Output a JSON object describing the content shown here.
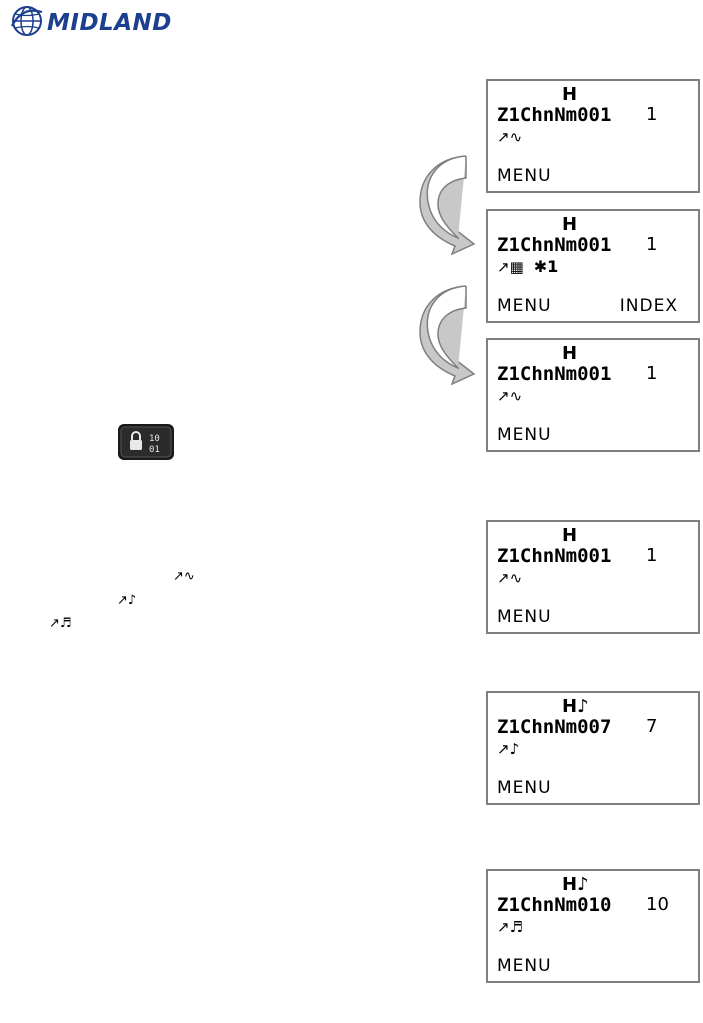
{
  "brand": {
    "name": "MIDLAND",
    "color": "#1d3f8f"
  },
  "icons": {
    "logo": "globe-icon",
    "lock_key": "lock-key-icon",
    "arrow": "curved-arrow-icon"
  },
  "screens": [
    {
      "top": "H",
      "channel": "Z1ChnNm001",
      "number": "1",
      "indicator": "↗∿",
      "extra": "",
      "softkey_left": "MENU",
      "softkey_right": ""
    },
    {
      "top": "H",
      "channel": "Z1ChnNm001",
      "number": "1",
      "indicator": "↗▦",
      "extra": "✱1",
      "softkey_left": "MENU",
      "softkey_right": "INDEX"
    },
    {
      "top": "H",
      "channel": "Z1ChnNm001",
      "number": "1",
      "indicator": "↗∿",
      "extra": "",
      "softkey_left": "MENU",
      "softkey_right": ""
    },
    {
      "top": "H",
      "channel": "Z1ChnNm001",
      "number": "1",
      "indicator": "↗∿",
      "extra": "",
      "softkey_left": "MENU",
      "softkey_right": ""
    },
    {
      "top": "H♪",
      "channel": "Z1ChnNm007",
      "number": "7",
      "indicator": "↗♪",
      "extra": "",
      "softkey_left": "MENU",
      "softkey_right": ""
    },
    {
      "top": "H♪",
      "channel": "Z1ChnNm010",
      "number": "10",
      "indicator": "↗♬",
      "extra": "",
      "softkey_left": "MENU",
      "softkey_right": ""
    }
  ],
  "inline_icons": [
    "↗∿",
    "↗♪",
    "↗♬"
  ]
}
